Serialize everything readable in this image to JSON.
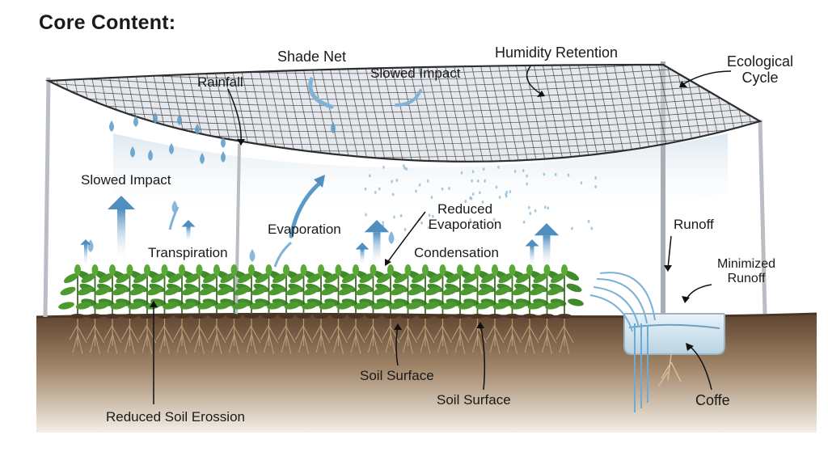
{
  "title": "Core Content:",
  "labels": {
    "shade_net": "Shade Net",
    "humidity_retention": "Humidity Retention",
    "ecological_cycle": "Ecological Cycle",
    "rainfall": "Rainfall",
    "slowed_impact_top": "Slowed Impact",
    "slowed_impact_left": "Slowed Impact",
    "transpiration": "Transpiration",
    "evaporation": "Evaporation",
    "reduced_evaporation": "Reduced Evaporation",
    "condensation": "Condensation",
    "runoff": "Runoff",
    "minimized_runoff": "Minimized Runoff",
    "soil_surface_1": "Soil Surface",
    "soil_surface_2": "Soil Surface",
    "reduced_soil_erosion": "Reduced Soil Erossion",
    "coffe": "Coffe"
  },
  "colors": {
    "net": "#3a3a3a",
    "water": "#5a9ac8",
    "plant": "#3f8a2a",
    "soil_top": "#6b4e36",
    "soil_bottom": "#eadfcf",
    "pole": "#b9bec4"
  }
}
